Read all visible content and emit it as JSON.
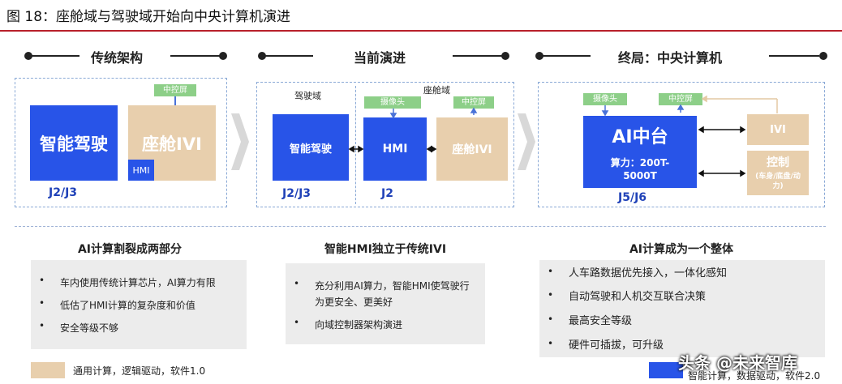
{
  "figure_title": "图 18：座舱域与驾驶域开始向中央计算机演进",
  "sections": [
    {
      "heading": "传统架构",
      "blocks": {
        "driving": "智能驾驶",
        "cabin": "座舱IVI",
        "hmi": "HMI",
        "center_screen": "中控屏"
      },
      "level_label": "J2/J3",
      "summary": "AI计算割裂成两部分",
      "bullets": [
        "车内使用传统计算芯片，AI算力有限",
        "低估了HMI计算的复杂度和价值",
        "安全等级不够"
      ]
    },
    {
      "heading": "当前演进",
      "domain_labels": {
        "driving": "驾驶域",
        "cabin": "座舱域"
      },
      "blocks": {
        "driving": "智能驾驶",
        "hmi": "HMI",
        "cabin": "座舱IVI",
        "camera": "摄像头",
        "center_screen": "中控屏"
      },
      "level_labels": [
        "J2/J3",
        "J2"
      ],
      "summary": "智能HMI独立于传统IVI",
      "bullets": [
        "充分利用AI算力，智能HMI使驾驶行为更安全、更美好",
        "向域控制器架构演进"
      ]
    },
    {
      "heading": "终局：中央计算机",
      "blocks": {
        "ai_title": "AI中台",
        "ai_power": "算力：200T-5000T",
        "camera": "摄像头",
        "center_screen": "中控屏",
        "ivi": "IVI",
        "control": "控制",
        "control_sub": "(车身/底盘/动力)"
      },
      "level_label": "J5/J6",
      "summary": "AI计算成为一个整体",
      "bullets": [
        "人车路数据优先接入，一体化感知",
        "自动驾驶和人机交互联合决策",
        "最高安全等级",
        "硬件可插拔，可升级"
      ]
    }
  ],
  "legend": [
    {
      "label": "通用计算，逻辑驱动，软件1.0",
      "color": "#e8cfad"
    },
    {
      "label": "智能计算，数据驱动，软件2.0",
      "color": "#2854e8"
    }
  ],
  "watermark": "头条 @未来智库",
  "colors": {
    "blue": "#2854e8",
    "tan": "#e8cfad",
    "green": "#8dcf88",
    "title_rule": "#b8202a"
  }
}
